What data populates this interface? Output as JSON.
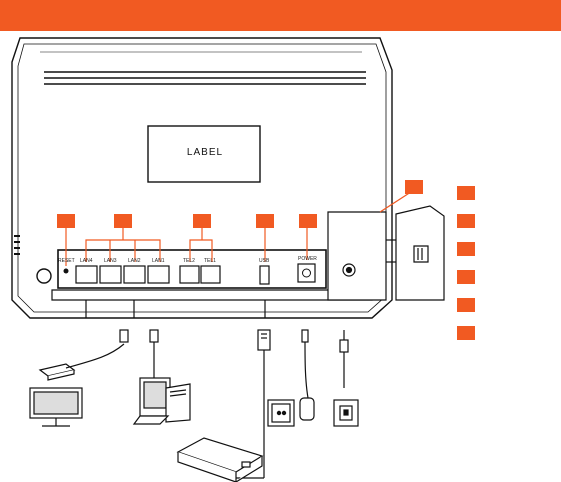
{
  "colors": {
    "accent": "#f15a22",
    "line": "#111111",
    "device": "#ffffff"
  },
  "header": {
    "text": ""
  },
  "device": {
    "label": "LABEL"
  },
  "ports": [
    {
      "key": "reset",
      "label": "RESET"
    },
    {
      "key": "lan4",
      "label": "LAN4"
    },
    {
      "key": "lan3",
      "label": "LAN3"
    },
    {
      "key": "lan2",
      "label": "LAN2"
    },
    {
      "key": "lan1",
      "label": "LAN1"
    },
    {
      "key": "tel2",
      "label": "TEL2"
    },
    {
      "key": "tel1",
      "label": "TEL1"
    },
    {
      "key": "usb",
      "label": "USB"
    },
    {
      "key": "power",
      "label": "POWER"
    }
  ],
  "legend_tags": [
    "",
    "",
    "",
    "",
    "",
    ""
  ],
  "connected_devices": [
    {
      "icon": "stb-tv-icon"
    },
    {
      "icon": "computer-icon"
    },
    {
      "icon": "usb-storage-icon"
    },
    {
      "icon": "phone-socket-icon"
    },
    {
      "icon": "power-adapter-icon"
    }
  ]
}
